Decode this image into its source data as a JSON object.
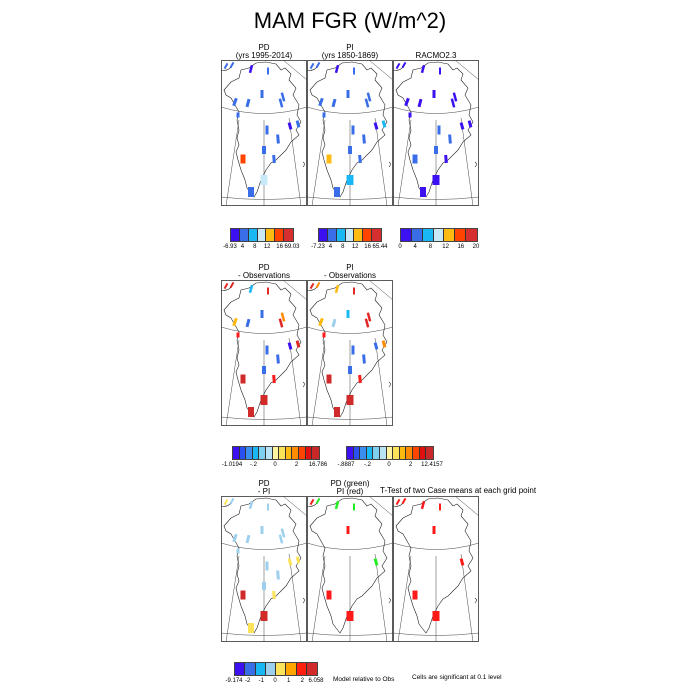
{
  "title": "MAM FGR (W/m^2)",
  "chart_data": {
    "type": "map",
    "title": "MAM FGR (W/m^2)",
    "palette": {
      "b": "#3a6ee8",
      "p": "#3c10f0",
      "c": "#19b8f5",
      "l": "#c8e9f5",
      "y": "#ffbb10",
      "o": "#ff4400",
      "r": "#e02828",
      "d": "#d02a2a",
      "Y": "#fde35a",
      "L": "#9dd0ee",
      "g": "#22ee22",
      "R": "#ff1a1a",
      "O": "#ff8c00"
    },
    "panels": [
      {
        "title1": "PD",
        "title2": "(yrs 1995-2014)",
        "cells": [
          "b",
          "b",
          "p",
          "b",
          "b",
          "b",
          "b",
          "b",
          "b",
          "b",
          "b",
          "b",
          "p",
          "b",
          "b",
          "b",
          "o",
          "l",
          "b"
        ]
      },
      {
        "title1": "PI",
        "title2": "(yrs 1850-1869)",
        "cells": [
          "b",
          "b",
          "p",
          "b",
          "b",
          "b",
          "b",
          "b",
          "b",
          "b",
          "b",
          "b",
          "p",
          "c",
          "b",
          "b",
          "y",
          "c",
          "b"
        ]
      },
      {
        "title1": "",
        "title2": "RACMO2.3",
        "cells": [
          "p",
          "p",
          "p",
          "p",
          "p",
          "p",
          "p",
          "p",
          "p",
          "p",
          "b",
          "b",
          "p",
          "p",
          "b",
          "p",
          "b",
          "p",
          "p"
        ]
      },
      {
        "title1": "PD",
        "title2": "- Observations",
        "cells": [
          "r",
          "r",
          "c",
          "r",
          "y",
          "b",
          "b",
          "O",
          "r",
          "R",
          "b",
          "b",
          "p",
          "r",
          "b",
          "R",
          "d",
          "d",
          "d"
        ]
      },
      {
        "title1": "PI",
        "title2": "- Observations",
        "cells": [
          "r",
          "O",
          "y",
          "r",
          "y",
          "L",
          "c",
          "r",
          "r",
          "R",
          "b",
          "b",
          "b",
          "O",
          "b",
          "R",
          "d",
          "d",
          "d"
        ]
      },
      {
        "title1": "PD",
        "title2": "- PI",
        "cells": [
          "Y",
          "L",
          "L",
          "L",
          "L",
          "L",
          "L",
          "L",
          "L",
          "L",
          "L",
          "L",
          "Y",
          "Y",
          "L",
          "Y",
          "d",
          "d",
          "Y"
        ]
      },
      {
        "title1": "PD (green)",
        "title2": "PI (red)",
        "cells": [
          "R",
          "g",
          "g",
          "g",
          null,
          null,
          "R",
          null,
          null,
          null,
          null,
          null,
          "g",
          null,
          null,
          null,
          "R",
          "R",
          null
        ]
      },
      {
        "title1": "",
        "title2": "",
        "cells": [
          "R",
          "R",
          "R",
          "R",
          null,
          null,
          "R",
          null,
          null,
          null,
          null,
          null,
          "R",
          null,
          null,
          null,
          "R",
          "R",
          null
        ]
      }
    ],
    "ttest_title": "T-Test of two Case means at each grid point",
    "colorbars": [
      {
        "colors": [
          "#3c10f0",
          "#3a6ee8",
          "#19b8f5",
          "#c8e9f5",
          "#ffbb10",
          "#ff4400",
          "#d62f2f"
        ],
        "labels": [
          "-6.93",
          "4",
          "8",
          "12",
          "16",
          "69.03"
        ]
      },
      {
        "colors": [
          "#3c10f0",
          "#3a6ee8",
          "#19b8f5",
          "#c8e9f5",
          "#ffbb10",
          "#ff4400",
          "#d62f2f"
        ],
        "labels": [
          "-7.23",
          "4",
          "8",
          "12",
          "16",
          "65.44"
        ]
      },
      {
        "colors": [
          "#3c10f0",
          "#3a6ee8",
          "#19b8f5",
          "#c8e9f5",
          "#ffbb10",
          "#ff4400",
          "#d62f2f"
        ],
        "labels": [
          "0",
          "4",
          "8",
          "12",
          "16",
          "20"
        ]
      },
      {
        "colors": [
          "#3c10f0",
          "#2a50f0",
          "#3a8ef0",
          "#19b8f5",
          "#7fd0f0",
          "#b8e4f5",
          "#fff5a0",
          "#fde35a",
          "#ffbb10",
          "#ff8c00",
          "#ff4400",
          "#e01010",
          "#c82828"
        ],
        "labels": [
          "-1.0194",
          "-.2",
          "0",
          "2",
          "16.786"
        ]
      },
      {
        "colors": [
          "#3c10f0",
          "#2a50f0",
          "#3a8ef0",
          "#19b8f5",
          "#7fd0f0",
          "#b8e4f5",
          "#fff5a0",
          "#fde35a",
          "#ffbb10",
          "#ff8c00",
          "#ff4400",
          "#e01010",
          "#c82828"
        ],
        "labels": [
          "-.8887",
          "-.2",
          "0",
          "2",
          "12.4157"
        ]
      },
      {
        "colors": [
          "#3c10f0",
          "#3a6ee8",
          "#19b8f5",
          "#9dd0ee",
          "#fde35a",
          "#ffa500",
          "#ff2010",
          "#d02a2a"
        ],
        "labels": [
          "-9.174",
          "-2",
          "-1",
          "0",
          "1",
          "2",
          "6.058"
        ]
      }
    ],
    "notes": [
      "Model relative to Obs",
      "Cells are significant at 0.1 level"
    ]
  }
}
